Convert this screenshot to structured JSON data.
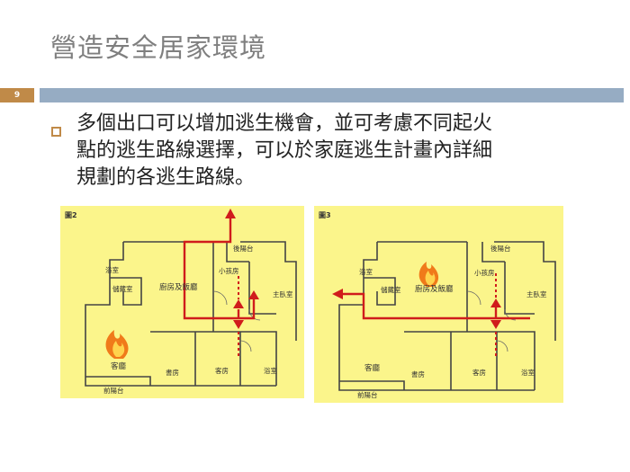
{
  "slide": {
    "title": "營造安全居家環境",
    "page_number": "9",
    "bullet_lines": [
      "多個出口可以增加逃生機會，並可考慮不同起火",
      "點的逃生路線選擇，可以於家庭逃生計畫內詳細",
      "規劃的各逃生路線。"
    ]
  },
  "figure_left": {
    "label": "圖2",
    "rooms": {
      "back_balcony": "後陽台",
      "bathroom_top": "浴室",
      "storage": "儲藏室",
      "kitchen_dining": "廚房及飯廳",
      "small_bedroom": "小孩房",
      "master_bedroom": "主臥室",
      "living_room": "客廳",
      "study": "書房",
      "guest_room": "客房",
      "bathroom_bottom": "浴室",
      "front_balcony": "前陽台"
    }
  },
  "figure_right": {
    "label": "圖3",
    "rooms": {
      "back_balcony": "後陽台",
      "bathroom_top": "浴室",
      "storage": "儲藏室",
      "kitchen_dining": "廚房及飯廳",
      "small_bedroom": "小孩房",
      "master_bedroom": "主臥室",
      "living_room": "客廳",
      "study": "書房",
      "guest_room": "客房",
      "bathroom_bottom": "浴室",
      "front_balcony": "前陽台"
    }
  },
  "colors": {
    "accent": "#c08a48",
    "band": "#96acc3",
    "plan_bg": "#fbf58b",
    "escape_route": "#d01c1c"
  }
}
